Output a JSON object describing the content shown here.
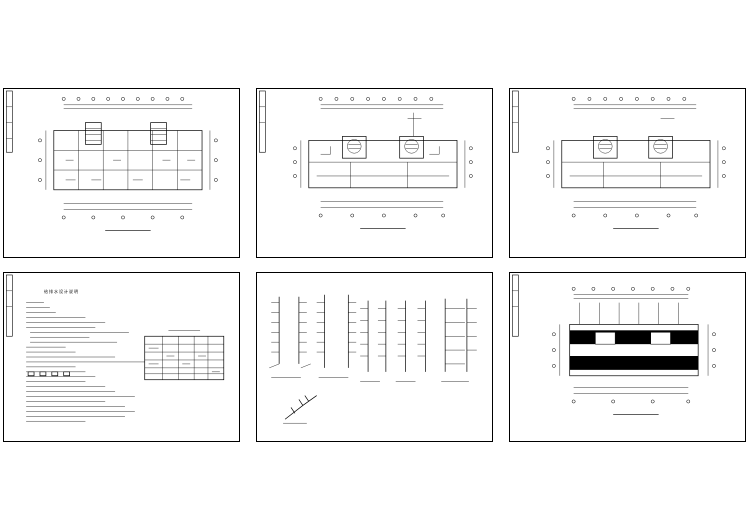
{
  "layout": {
    "sheets": [
      {
        "name": "plan-sheet-1",
        "kind": "floor-plan"
      },
      {
        "name": "plan-sheet-2",
        "kind": "floor-plan"
      },
      {
        "name": "plan-sheet-3",
        "kind": "floor-plan"
      },
      {
        "name": "notes-sheet",
        "kind": "design-notes"
      },
      {
        "name": "riser-sheet",
        "kind": "riser-diagram"
      },
      {
        "name": "roof-sheet",
        "kind": "roof-plan"
      }
    ]
  },
  "notes_sheet": {
    "title": "给排水设计说明"
  },
  "colors": {
    "line": "#000000",
    "background": "#ffffff"
  }
}
